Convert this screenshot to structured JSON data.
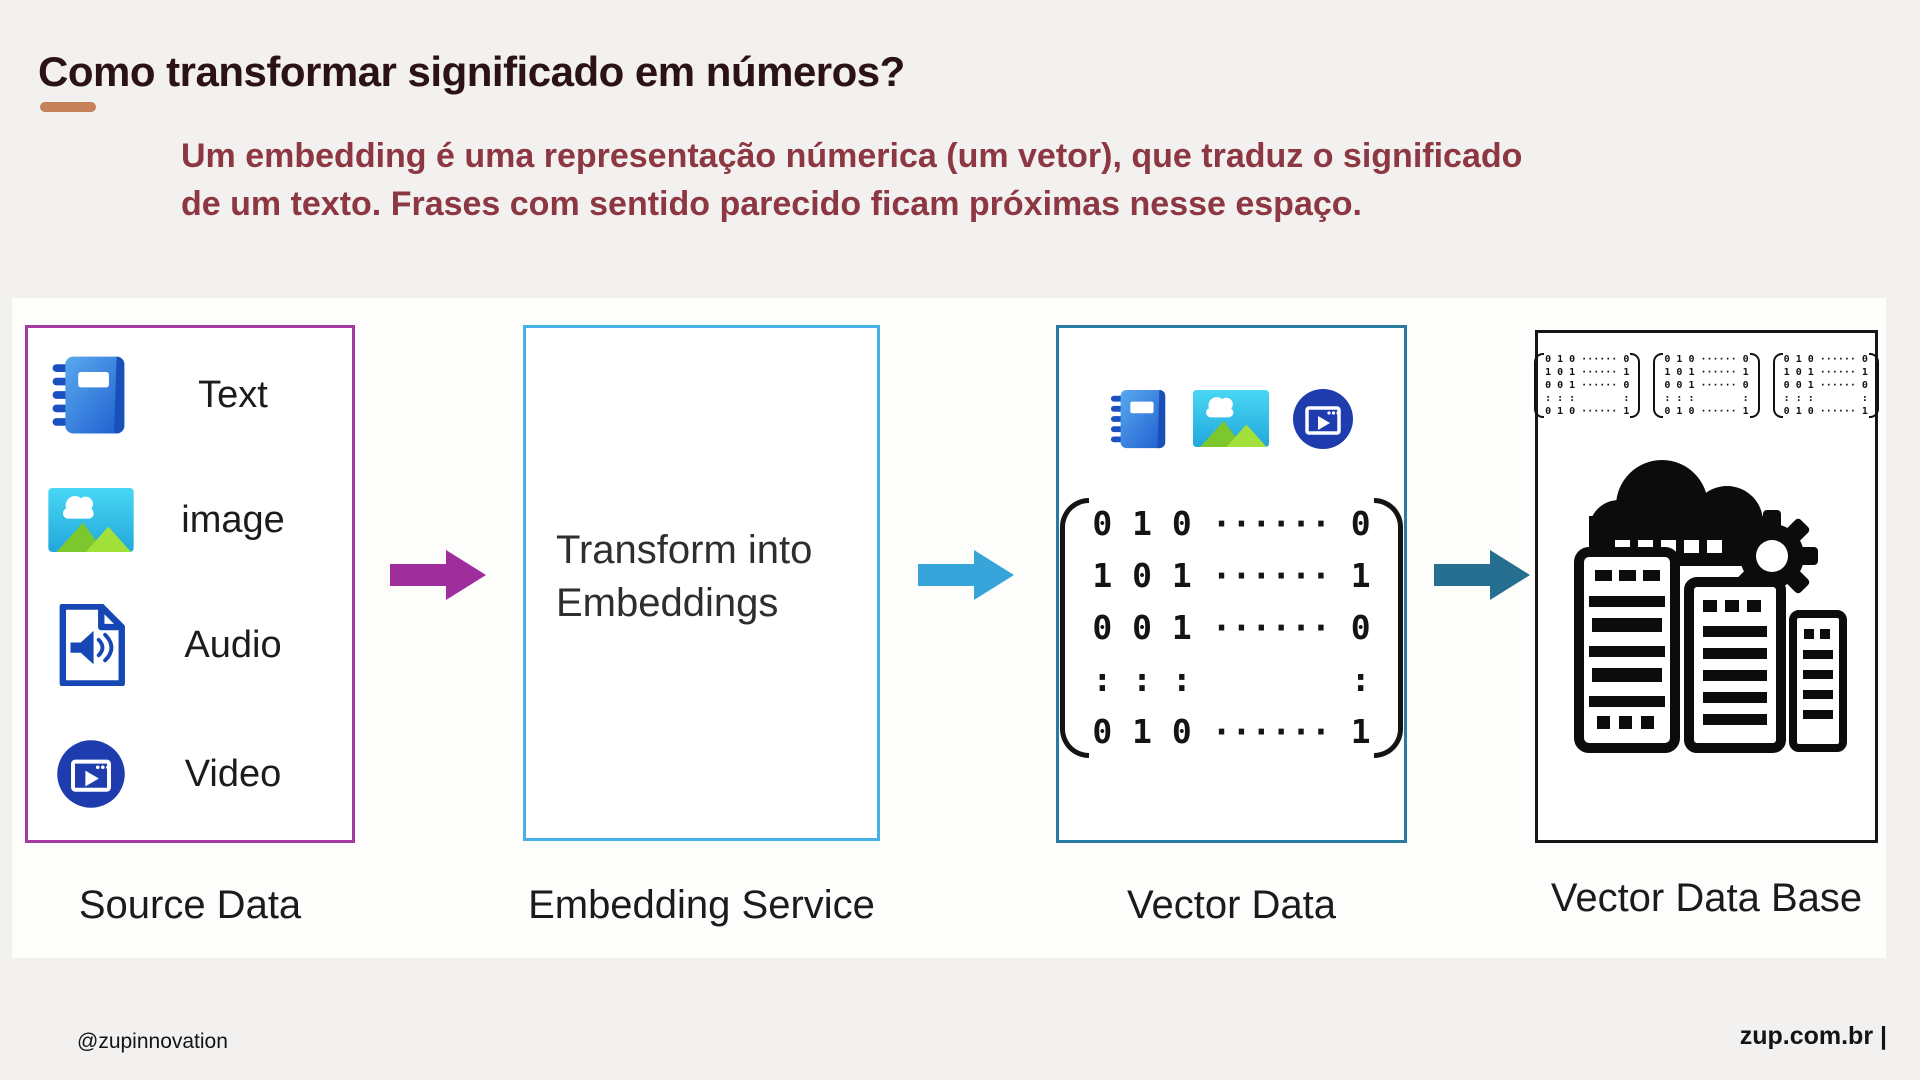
{
  "slide": {
    "title": "Como transformar significado em números?",
    "subtitle": {
      "line1": "Um embedding é uma representação númerica (um vetor), que traduz o significado",
      "line2": "de um texto. Frases com sentido parecido ficam próximas nesse espaço."
    },
    "colors": {
      "background": "#f2f1ef",
      "title": "#2b1216",
      "title_underline": "#c5815a",
      "subtitle": "#8d3742",
      "panel": "#fdfdfc"
    },
    "footer": {
      "handle": "@zupinnovation",
      "site": "zup.com.br |"
    }
  },
  "diagram": {
    "stages": [
      {
        "label": "Source Data",
        "border_color": "#a53aa0",
        "items": [
          {
            "icon": "text-notebook-icon",
            "label": "Text"
          },
          {
            "icon": "image-icon",
            "label": "image"
          },
          {
            "icon": "audio-file-icon",
            "label": "Audio"
          },
          {
            "icon": "video-player-icon",
            "label": "Video"
          }
        ]
      },
      {
        "label": "Embedding Service",
        "border_color": "#47b0e4",
        "body": {
          "line1": "Transform into",
          "line2": "Embeddings"
        }
      },
      {
        "label": "Vector Data",
        "border_color": "#2a7ba0",
        "icons": [
          "text-notebook-icon",
          "image-icon",
          "video-player-icon"
        ]
      },
      {
        "label": "Vector Data Base",
        "border_color": "#161616",
        "icons": [
          "binary-matrix-icon",
          "binary-matrix-icon",
          "binary-matrix-icon",
          "database-cloud-gear-servers-icon"
        ]
      }
    ],
    "arrows": [
      {
        "name": "source-to-embedding-arrow",
        "color": "#9f2d9c"
      },
      {
        "name": "embedding-to-vector-arrow",
        "color": "#38a5da"
      },
      {
        "name": "vector-to-database-arrow",
        "color": "#266f90"
      }
    ],
    "matrix": {
      "rows": [
        "0 1 0 ······ 0",
        "1 0 1 ······ 1",
        "0 0 1 ······ 0",
        ": : :        :",
        "0 1 0 ······ 1"
      ]
    }
  }
}
